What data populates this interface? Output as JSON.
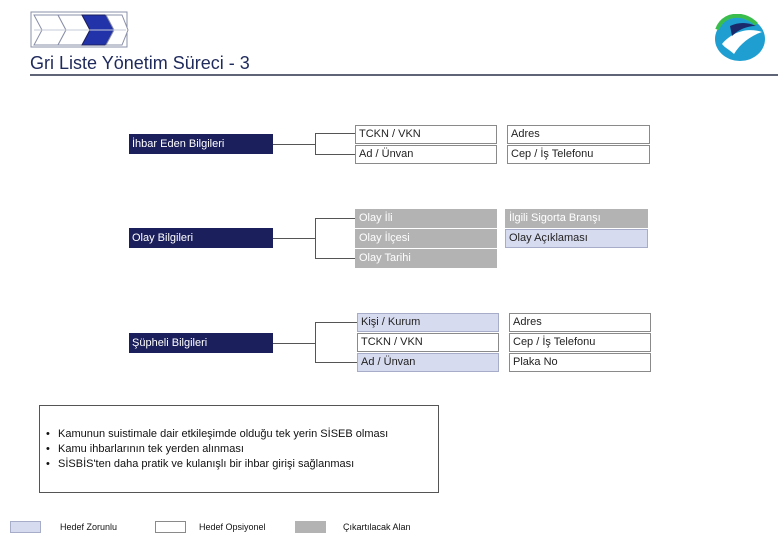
{
  "title": "Gri Liste Yönetim Süreci - 3",
  "colors": {
    "required": "#d7dbef",
    "optional": "#ffffff",
    "removed": "#b3b3b3",
    "category": "#1b1f5c"
  },
  "categories": {
    "ihbar_eden": {
      "label": "İhbar Eden Bilgileri",
      "fields": [
        {
          "label": "TCKN / VKN",
          "status": "optional"
        },
        {
          "label": "Adres",
          "status": "optional"
        },
        {
          "label": "Ad / Ünvan",
          "status": "optional"
        },
        {
          "label": "Cep / İş Telefonu",
          "status": "optional"
        }
      ]
    },
    "olay": {
      "label": "Olay Bilgileri",
      "fields": [
        {
          "label": "Olay İli",
          "status": "removed"
        },
        {
          "label": "İlgili Sigorta Branşı",
          "status": "removed"
        },
        {
          "label": "Olay İlçesi",
          "status": "removed"
        },
        {
          "label": "Olay Açıklaması",
          "status": "required"
        },
        {
          "label": "Olay Tarihi",
          "status": "removed"
        }
      ]
    },
    "supheli": {
      "label": "Şüpheli Bilgileri",
      "fields": [
        {
          "label": "Kişi / Kurum",
          "status": "required"
        },
        {
          "label": "Adres",
          "status": "optional"
        },
        {
          "label": "TCKN / VKN",
          "status": "optional"
        },
        {
          "label": "Cep / İş Telefonu",
          "status": "optional"
        },
        {
          "label": "Ad / Ünvan",
          "status": "required"
        },
        {
          "label": "Plaka No",
          "status": "optional"
        }
      ]
    }
  },
  "notes": [
    "Kamunun suistimale dair etkileşimde olduğu tek yerin SİSEB olması",
    "Kamu ihbarlarının tek yerden alınması",
    "SİSBİS'ten daha pratik ve kulanışlı bir ihbar girişi sağlanması"
  ],
  "legend": {
    "required": "Hedef Zorunlu",
    "optional": "Hedef Opsiyonel",
    "removed": "Çıkartılacak Alan"
  }
}
